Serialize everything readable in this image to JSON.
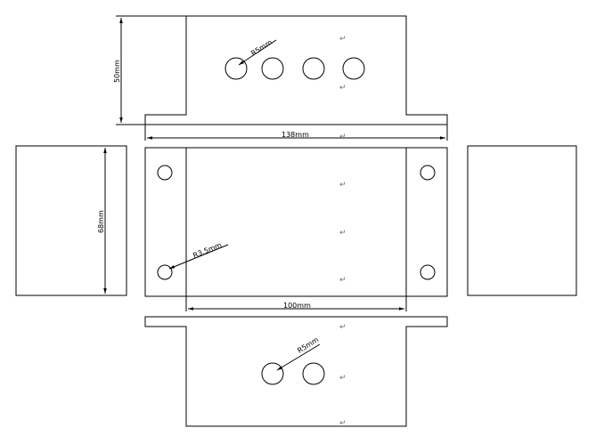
{
  "dimensions": {
    "top_height": "50mm",
    "top_hole": "R5mm",
    "overall_length": "138mm",
    "side_height": "68mm",
    "corner_hole": "R3.5mm",
    "inner_width": "100mm",
    "bottom_hole": "R5mm"
  },
  "paragraph_mark": "↵"
}
